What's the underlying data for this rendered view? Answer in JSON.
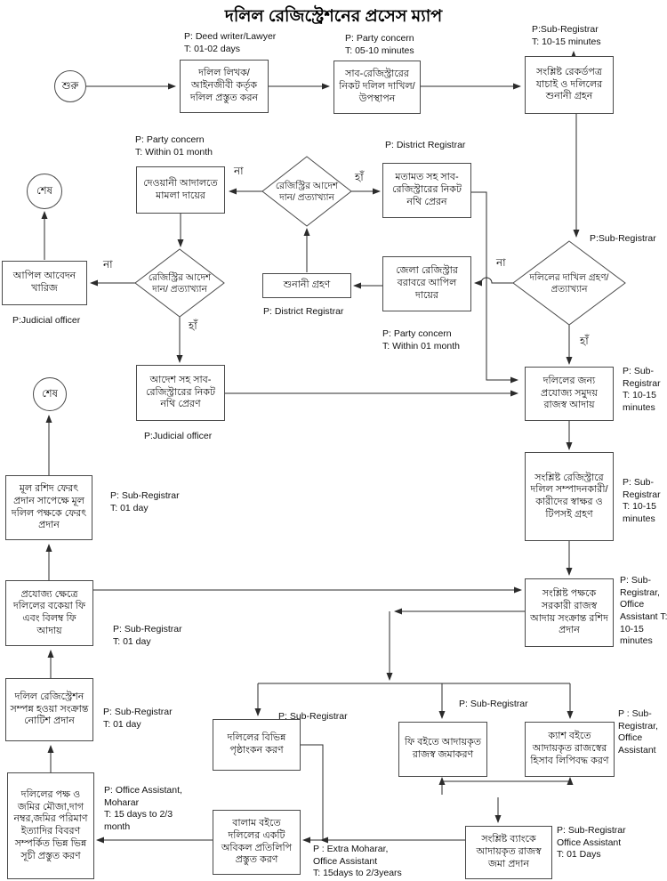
{
  "title": "দলিল রেজিস্ট্রেশনের প্রসেস ম্যাপ",
  "terminals": {
    "start": "শুরু",
    "end": "শেষ"
  },
  "branch": {
    "yes": "হাঁ",
    "no": "না"
  },
  "nodes": {
    "prepare_deed": "দলিল লিখক/আইনজীবী কর্তৃক দলিল প্রস্তুত করন",
    "submit_deed": "সাব-রেজিস্ট্রারের নিকট দলিল দাখিল/উপস্থাপন",
    "verify_records": "সংশ্লিষ্ট রেকর্ডপত্র যাচাই ও দলিলের শুনানী গ্রহন",
    "civil_court_case": "দেওয়ানী আদালতে মামলা দায়ের",
    "registry_order_1": "রেজিস্ট্রির আদেশ দান/ প্রত্যাখ্যান",
    "opinion_to_subregistrar": "মতামত সহ সাব-রেজিস্ট্রারের নিকট নথি প্রেরন",
    "appeal_dismissed": "আপিল আবেদন খারিজ",
    "registry_order_2": "রেজিস্ট্রির আদেশ দান/ প্রত্যাখ্যান",
    "hearing": "শুনানী গ্রহণ",
    "appeal_district_registrar": "জেলা রেজিস্ট্রার বরাবরে আপিল দায়ের",
    "deed_accept_reject": "দলিলের দাখিল গ্রহণ/প্রত্যাখ্যান",
    "order_to_subregistrar": "আদেশ সহ সাব-রেজিস্ট্রারের নিকট নথি প্রেরণ",
    "collect_revenue": "দলিলের জন্য প্রযোজ্য সমুদয় রাজস্ব আদায়",
    "return_original_deed": "মূল রশিদ ফেরৎ প্রদান সাপেক্ষে মূল দলিল পক্ষকে ফেরৎ প্রদান",
    "signatures_thumbprints": "সংশ্লিষ্ট রেজিস্ট্রারে দলিল সম্পাদনকারী/ কারীদের স্বাক্ষর ও টিপসই গ্রহণ",
    "due_late_fees": "প্রযোজ্য ক্ষেত্রে দলিলের বকেয়া ফি এবং বিলম্ব ফি আদায়",
    "revenue_receipt": "সংশ্লিষ্ট পক্ষকে সরকারী রাজস্ব আদায় সংক্রান্ত রশিদ প্রদান",
    "completion_notice": "দলিল রেজিস্ট্রেশন সম্পন্ন হওয়া সংক্রান্ত নোটিশ প্রদান",
    "endorsements": "দলিলের বিভিন্ন পৃষ্ঠাংকন করণ",
    "fee_book_entry": "ফি বইতে আদায়কৃত রাজস্ব জমাকরণ",
    "cash_book_entry": "ক্যাশ বইতে আদায়কৃত রাজস্বের হিসাব লিপিবদ্ধ করণ",
    "indexes_preparation": "দলিলের পক্ষ ও জমির মৌজা,দাগ নম্বর,জমির পরিমাণ ইত্যাদির বিবরণ সম্পর্কিত ভিন্ন ভিন্ন সূচী প্রস্তুত করণ",
    "balam_copy": "বালাম বইতে দলিলের একটি অবিকল প্রতিলিপি প্রস্তুত করণ",
    "bank_deposit": "সংশ্লিষ্ট ব্যাংকে আদায়কৃত রাজস্ব জমা প্রদান"
  },
  "annotations": {
    "prepare_deed": "P: Deed writer/Lawyer\nT: 01-02 days",
    "submit_deed": "P: Party concern\nT: 05-10 minutes",
    "verify_records": "P:Sub-Registrar\nT: 10-15 minutes",
    "civil_court_case": "P: Party concern\nT: Within 01 month",
    "opinion_to_subregistrar": "P: District Registrar",
    "deed_accept_reject": "P:Sub-Registrar",
    "hearing": "P: District Registrar",
    "appeal_district_registrar": "P: Party concern\nT: Within 01 month",
    "appeal_dismissed": "P:Judicial officer",
    "order_to_subregistrar": "P:Judicial officer",
    "collect_revenue": "P: Sub-Registrar T: 10-15 minutes",
    "return_original_deed": "P: Sub-Registrar\nT: 01 day",
    "signatures_thumbprints": "P: Sub-Registrar T: 10-15 minutes",
    "revenue_receipt": "P: Sub-Registrar, Office Assistant T: 10-15 minutes",
    "due_late_fees": "P: Sub-Registrar\nT: 01 day",
    "completion_notice": "P: Sub-Registrar\nT: 01 day",
    "endorsements": "P: Sub-Registrar",
    "fee_book_entry": "P: Sub-Registrar",
    "cash_book_entry": "P : Sub-Registrar, Office Assistant",
    "indexes_preparation": "P: Office Assistant,\nMoharar\nT: 15 days to 2/3\nmonth",
    "balam_copy": "P : Extra Moharar,\nOffice Assistant\nT: 15days to 2/3years",
    "bank_deposit": "P: Sub-Registrar\nOffice Assistant\nT: 01 Days"
  },
  "colors": {
    "line": "#2b2b2b",
    "shape_border": "#4a4a4a",
    "background": "#ffffff"
  }
}
